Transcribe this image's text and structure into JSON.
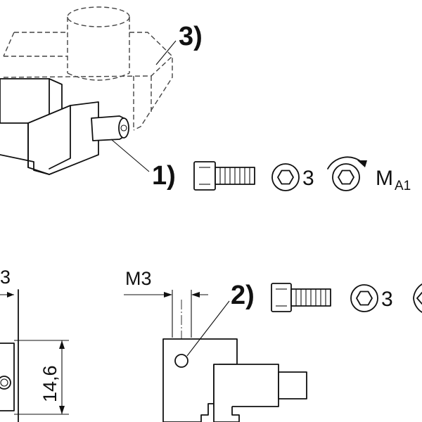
{
  "callouts": {
    "one": "1)",
    "two": "2)",
    "three": "3)"
  },
  "torque_row_top": {
    "hex_size": "3",
    "torque_symbol": "M",
    "torque_subscript": "A1"
  },
  "torque_row_bottom": {
    "hex_size": "3"
  },
  "dimensions": {
    "thread": "M3",
    "height": "14,6",
    "cut_off_fragment": "3"
  }
}
